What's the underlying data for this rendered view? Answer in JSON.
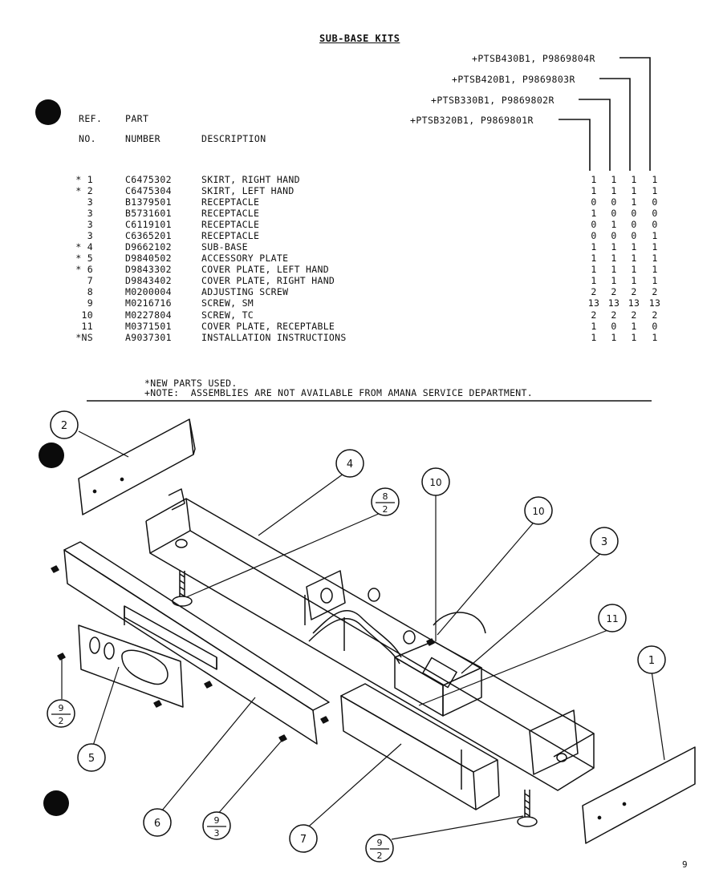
{
  "title": "SUB-BASE KITS",
  "headers": {
    "ref_line1": "REF.",
    "ref_line2": "NO.",
    "part_line1": "PART",
    "part_line2": "NUMBER",
    "description": "DESCRIPTION"
  },
  "models": [
    "+PTSB430B1, P9869804R",
    "+PTSB420B1, P9869803R",
    "+PTSB330B1, P9869802R",
    "+PTSB320B1, P9869801R"
  ],
  "parts": [
    {
      "ref": "* 1",
      "part": "C6475302",
      "desc": "SKIRT, RIGHT HAND",
      "qty": [
        "1",
        "1",
        "1",
        "1"
      ]
    },
    {
      "ref": "* 2",
      "part": "C6475304",
      "desc": "SKIRT, LEFT HAND",
      "qty": [
        "1",
        "1",
        "1",
        "1"
      ]
    },
    {
      "ref": "3",
      "part": "B1379501",
      "desc": "RECEPTACLE",
      "qty": [
        "0",
        "0",
        "1",
        "0"
      ]
    },
    {
      "ref": "3",
      "part": "B5731601",
      "desc": "RECEPTACLE",
      "qty": [
        "1",
        "0",
        "0",
        "0"
      ]
    },
    {
      "ref": "3",
      "part": "C6119101",
      "desc": "RECEPTACLE",
      "qty": [
        "0",
        "1",
        "0",
        "0"
      ]
    },
    {
      "ref": "3",
      "part": "C6365201",
      "desc": "RECEPTACLE",
      "qty": [
        "0",
        "0",
        "0",
        "1"
      ]
    },
    {
      "ref": "* 4",
      "part": "D9662102",
      "desc": "SUB-BASE",
      "qty": [
        "1",
        "1",
        "1",
        "1"
      ]
    },
    {
      "ref": "* 5",
      "part": "D9840502",
      "desc": "ACCESSORY PLATE",
      "qty": [
        "1",
        "1",
        "1",
        "1"
      ]
    },
    {
      "ref": "* 6",
      "part": "D9843302",
      "desc": "COVER PLATE, LEFT HAND",
      "qty": [
        "1",
        "1",
        "1",
        "1"
      ]
    },
    {
      "ref": "7",
      "part": "D9843402",
      "desc": "COVER PLATE, RIGHT HAND",
      "qty": [
        "1",
        "1",
        "1",
        "1"
      ]
    },
    {
      "ref": "8",
      "part": "M0200004",
      "desc": "ADJUSTING SCREW",
      "qty": [
        "2",
        "2",
        "2",
        "2"
      ]
    },
    {
      "ref": "9",
      "part": "M0216716",
      "desc": "SCREW, SM",
      "qty": [
        "13",
        "13",
        "13",
        "13"
      ]
    },
    {
      "ref": "10",
      "part": "M0227804",
      "desc": "SCREW, TC",
      "qty": [
        "2",
        "2",
        "2",
        "2"
      ]
    },
    {
      "ref": "11",
      "part": "M0371501",
      "desc": "COVER PLATE, RECEPTABLE",
      "qty": [
        "1",
        "0",
        "1",
        "0"
      ]
    },
    {
      "ref": "*NS",
      "part": "A9037301",
      "desc": "INSTALLATION INSTRUCTIONS",
      "qty": [
        "1",
        "1",
        "1",
        "1"
      ]
    }
  ],
  "notes": [
    "*NEW PARTS USED.",
    "+NOTE:  ASSEMBLIES ARE NOT AVAILABLE FROM AMANA SERVICE DEPARTMENT."
  ],
  "callouts": {
    "c1": "1",
    "c2": "2",
    "c3": "3",
    "c4": "4",
    "c5": "5",
    "c6": "6",
    "c7": "7",
    "c10a": "10",
    "c10b": "10",
    "c11": "11",
    "f82_top": "8",
    "f82_bot": "2",
    "f92a_top": "9",
    "f92a_bot": "2",
    "f93_top": "9",
    "f93_bot": "3",
    "f92b_top": "9",
    "f92b_bot": "2"
  },
  "page_number": "9"
}
